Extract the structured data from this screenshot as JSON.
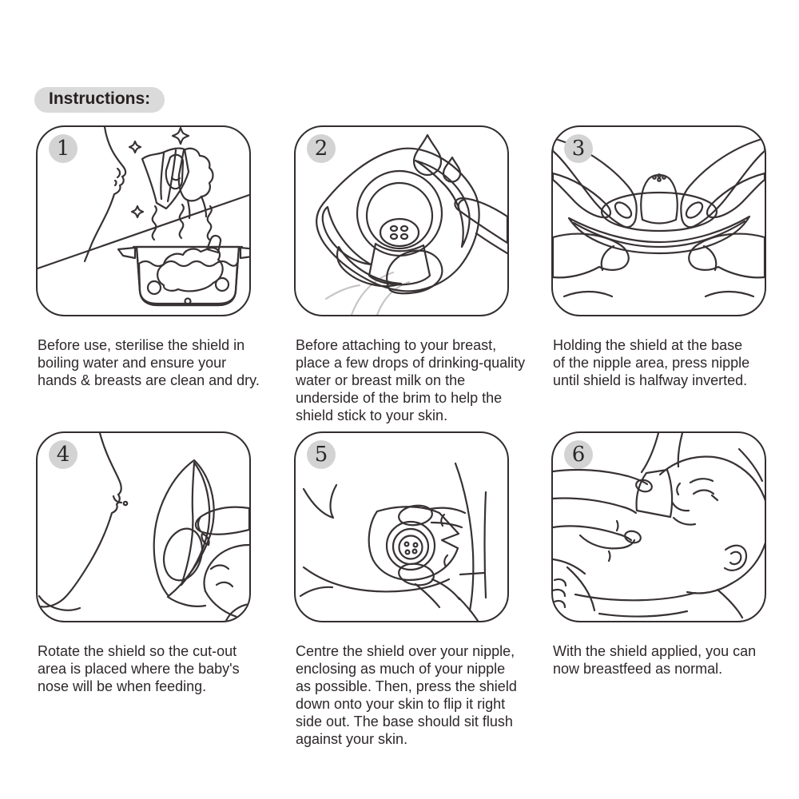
{
  "header": {
    "label": "Instructions:"
  },
  "steps": [
    {
      "number": "1",
      "caption": "Before use, sterilise the shield in\nboiling water and ensure your\nhands & breasts are clean and dry.",
      "illustration": "sterilise-shield-in-boiling-water",
      "alt": "Hand wiping the breast clean with sparkles, and the shield floating in a pot of boiling water with steam"
    },
    {
      "number": "2",
      "caption": "Before attaching to your breast,\nplace a few drops of drinking-quality\nwater or breast milk on the\nunderside of the brim to help the\nshield stick to your skin.",
      "illustration": "drop-water-on-brim",
      "alt": "Water drops falling onto the shield brim while fingers hold it"
    },
    {
      "number": "3",
      "caption": "Holding the shield at the base\nof the nipple area, press nipple\nuntil shield is halfway inverted.",
      "illustration": "press-nipple-halfway-inverted",
      "alt": "Two hands holding the shield flat at the base of the nipple cone"
    },
    {
      "number": "4",
      "caption": "Rotate the shield so the cut-out\narea is placed where the baby's\nnose will be when feeding.",
      "illustration": "rotate-shield-cut-out",
      "alt": "Hand rotating the folded shield in front of the breast"
    },
    {
      "number": "5",
      "caption": "Centre the shield over your nipple,\nenclosing as much of your nipple\nas possible. Then, press the shield\ndown onto your skin to flip it right\nside out. The base should sit flush\nagainst your skin.",
      "illustration": "centre-shield-over-nipple",
      "alt": "Finger and thumb pressing the shield centred over the nipple"
    },
    {
      "number": "6",
      "caption": "With the shield applied, you can\nnow breastfeed as normal.",
      "illustration": "breastfeed-with-shield",
      "alt": "Baby breastfeeding with the shield applied, supported by a hand"
    }
  ],
  "colors": {
    "ink": "#383233",
    "badge_bg": "#d3d3d3",
    "label_bg": "#dadada",
    "shield_gray": "#b5b0b0",
    "shield_dark": "#8f8989",
    "water_gray": "#dcdada",
    "background": "#ffffff"
  }
}
